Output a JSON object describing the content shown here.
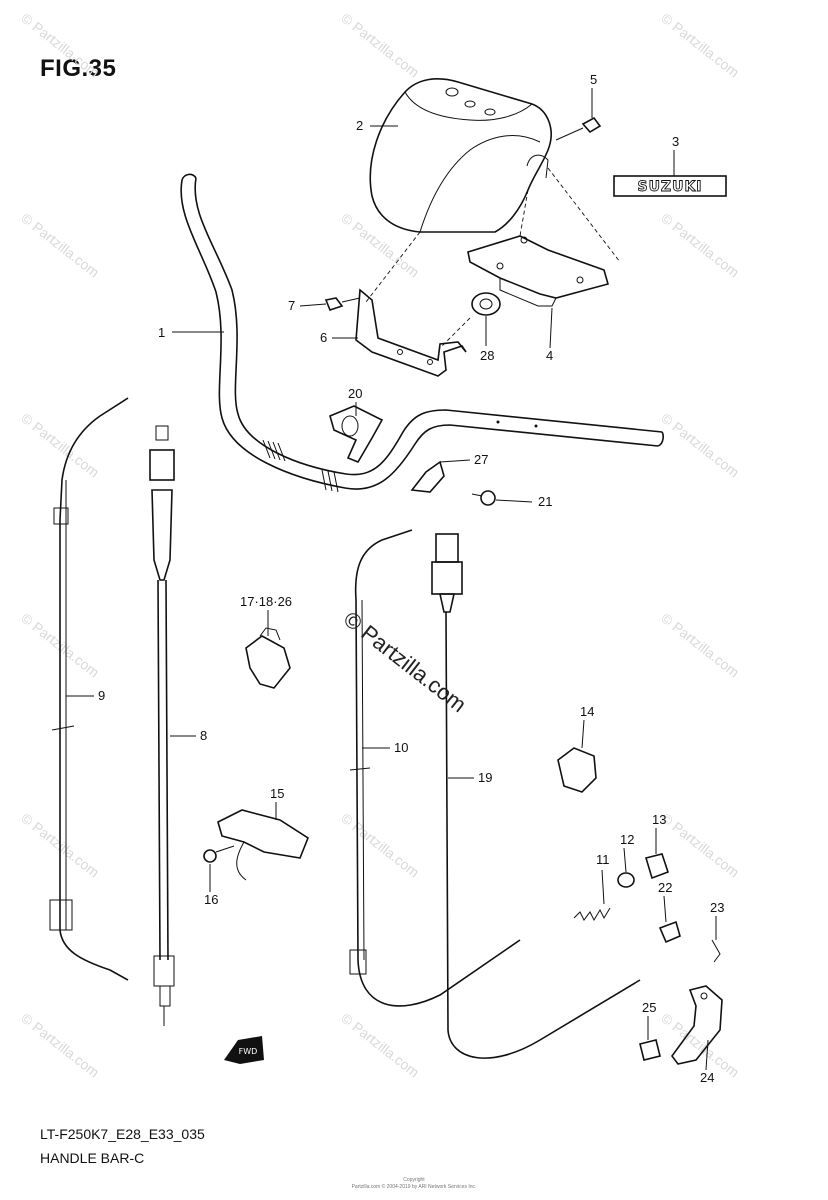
{
  "figure": {
    "title": "FIG.35",
    "model_code": "LT-F250K7_E28_E33_035",
    "section_name": "HANDLE BAR-C"
  },
  "badge_text": "SUZUKI",
  "fwd_arrow_text": "FWD",
  "watermark": {
    "repeat_text": "© Partzilla.com",
    "center_text": "© Partzilla.com"
  },
  "footer_fine_print": {
    "line1": "Copyright",
    "line2": "Partzilla.com © 2004-2019 by ARI Network Services Inc."
  },
  "callouts": [
    {
      "id": "1",
      "label": "1"
    },
    {
      "id": "2",
      "label": "2"
    },
    {
      "id": "3",
      "label": "3"
    },
    {
      "id": "4",
      "label": "4"
    },
    {
      "id": "5",
      "label": "5"
    },
    {
      "id": "6",
      "label": "6"
    },
    {
      "id": "7",
      "label": "7"
    },
    {
      "id": "8",
      "label": "8"
    },
    {
      "id": "9",
      "label": "9"
    },
    {
      "id": "10",
      "label": "10"
    },
    {
      "id": "11",
      "label": "11"
    },
    {
      "id": "12",
      "label": "12"
    },
    {
      "id": "13",
      "label": "13"
    },
    {
      "id": "14",
      "label": "14"
    },
    {
      "id": "15",
      "label": "15"
    },
    {
      "id": "16",
      "label": "16"
    },
    {
      "id": "17-18-26",
      "label": "17·18·26"
    },
    {
      "id": "19",
      "label": "19"
    },
    {
      "id": "20",
      "label": "20"
    },
    {
      "id": "21",
      "label": "21"
    },
    {
      "id": "22",
      "label": "22"
    },
    {
      "id": "23",
      "label": "23"
    },
    {
      "id": "24",
      "label": "24"
    },
    {
      "id": "25",
      "label": "25"
    },
    {
      "id": "27",
      "label": "27"
    },
    {
      "id": "28",
      "label": "28"
    }
  ]
}
